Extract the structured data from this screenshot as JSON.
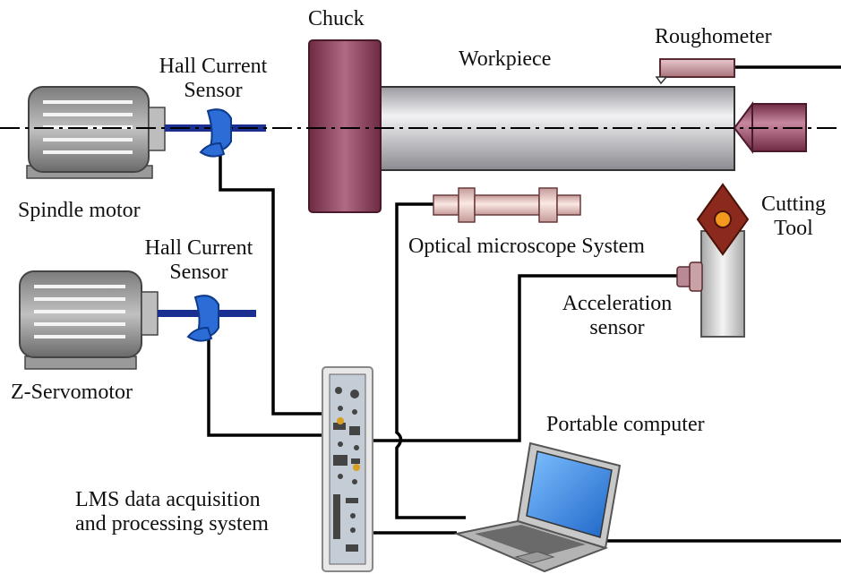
{
  "labels": {
    "chuck": "Chuck",
    "workpiece": "Workpiece",
    "roughometer": "Roughometer",
    "hall_sensor_1_line1": "Hall Current",
    "hall_sensor_1_line2": "Sensor",
    "spindle_motor": "Spindle motor",
    "hall_sensor_2_line1": "Hall Current",
    "hall_sensor_2_line2": "Sensor",
    "z_servomotor": "Z-Servomotor",
    "optical_microscope": "Optical microscope System",
    "cutting_tool_line1": "Cutting",
    "cutting_tool_line2": "Tool",
    "acceleration_line1": "Acceleration",
    "acceleration_line2": "sensor",
    "portable_computer": "Portable computer",
    "lms_line1": "LMS data acquisition",
    "lms_line2": "and processing system"
  },
  "colors": {
    "motor_body": "#9a9a9a",
    "motor_fins": "#e8e8e8",
    "shaft": "#1a2f8f",
    "sensor": "#2b6cd6",
    "chuck": "#8a3b56",
    "workpiece": "#c8c8cc",
    "roughometer": "#c9a2a6",
    "microscope": "#e6c4c0",
    "tool_holder": "#e0e0e0",
    "tool_insert": "#8b2a1c",
    "tool_center": "#f39a1e",
    "wire": "#000000",
    "laptop_screen": "#3d8be0",
    "daq_body": "#e4e4e4"
  }
}
